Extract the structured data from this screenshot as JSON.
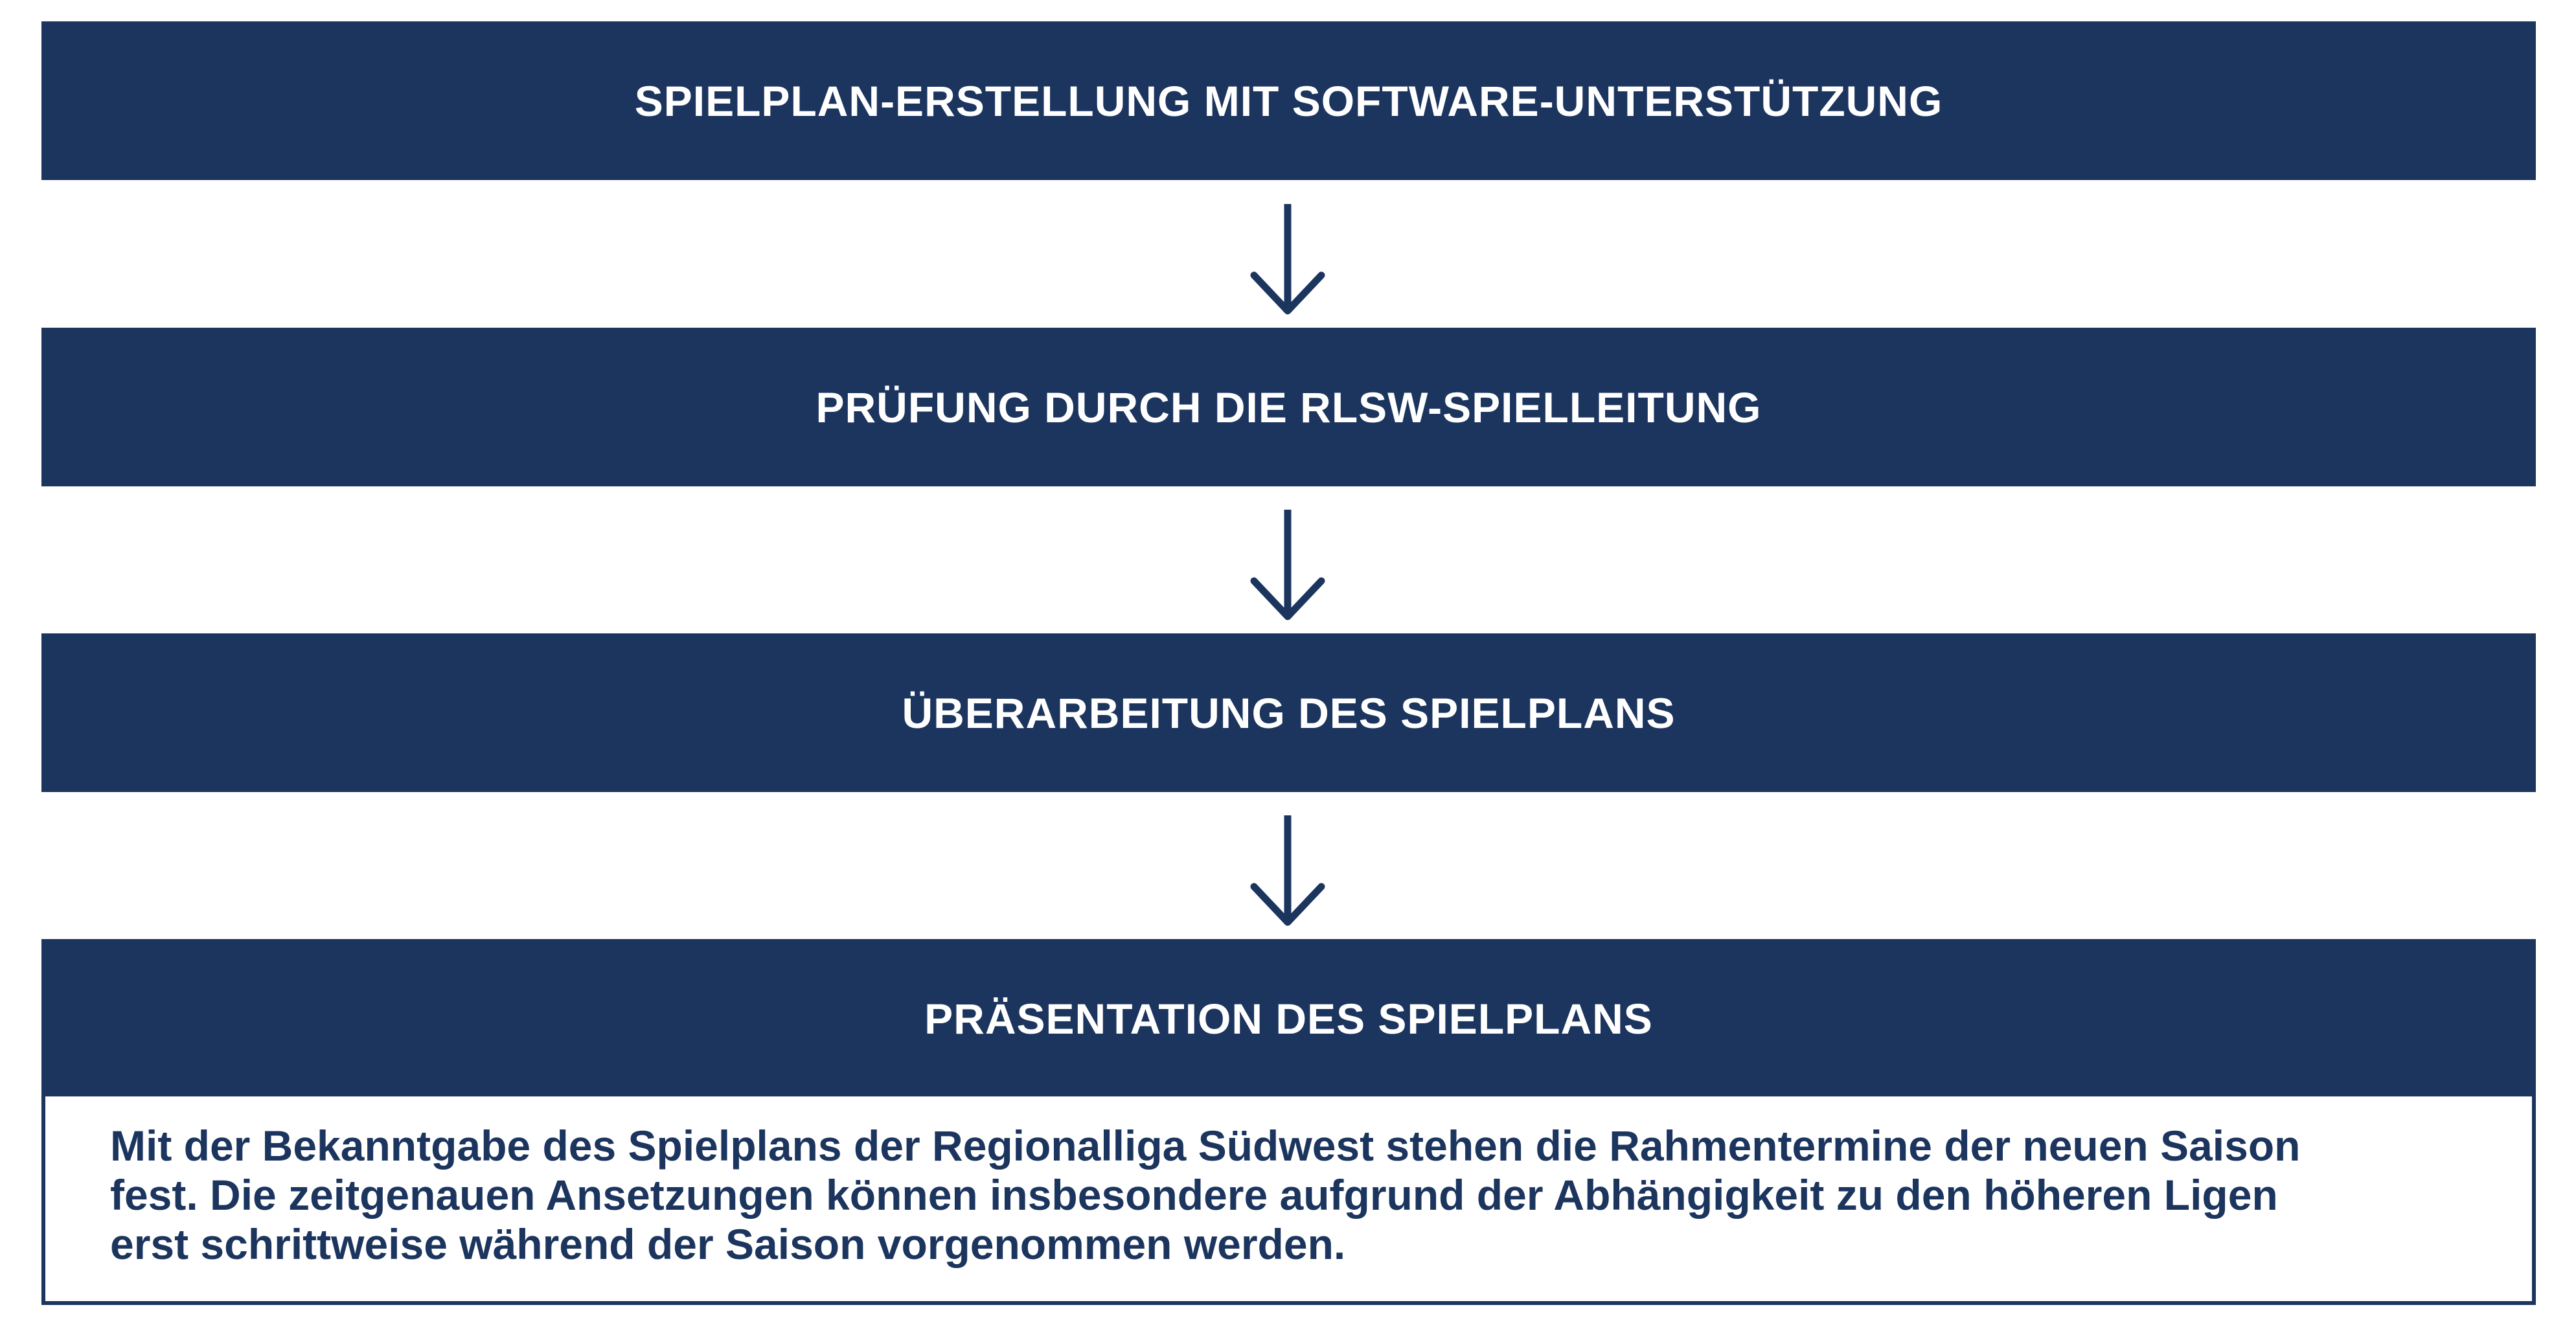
{
  "colors": {
    "box_fill": "#1c355e",
    "box_text": "#ffffff",
    "arrow": "#1c355e",
    "description_text": "#1c355e",
    "background": "#ffffff"
  },
  "steps": [
    {
      "label": "SPIELPLAN-ERSTELLUNG MIT SOFTWARE-UNTERSTÜTZUNG"
    },
    {
      "label": "PRÜFUNG DURCH DIE RLSW-SPIELLEITUNG"
    },
    {
      "label": "ÜBERARBEITUNG DES SPIELPLANS"
    },
    {
      "label": "PRÄSENTATION DES SPIELPLANS"
    }
  ],
  "connectors": [
    {
      "icon": "arrow-down-icon"
    },
    {
      "icon": "arrow-down-icon"
    },
    {
      "icon": "arrow-down-icon"
    }
  ],
  "description": {
    "lines": [
      "Mit der Bekanntgabe des Spielplans der Regionalliga Südwest stehen die Rahmentermine der neuen Saison",
      "fest. Die zeitgenauen Ansetzungen können insbesondere aufgrund der Abhängigkeit zu den höheren Ligen",
      "erst schrittweise während der Saison vorgenommen werden."
    ]
  }
}
